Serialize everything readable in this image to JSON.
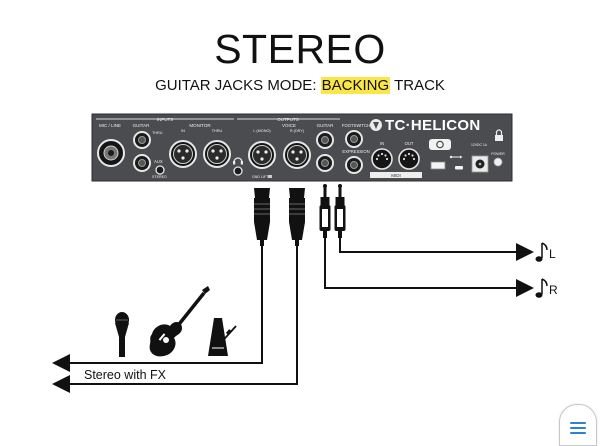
{
  "title": "STEREO",
  "subtitle": {
    "prefix": "GUITAR JACKS MODE: ",
    "highlight": "BACKING",
    "suffix": " TRACK"
  },
  "device": {
    "brand": "TC·HELICON",
    "sections": {
      "inputs": "INPUTS",
      "outputs": "OUTPUTS",
      "voice": "VOICE"
    },
    "labels": {
      "mic_line": "MIC / LINE",
      "guitar_in": "GUITAR",
      "thru": "THRU",
      "aux": "AUX",
      "stereo": "STEREO",
      "monitor": "MONITOR",
      "monitor_in": "IN",
      "monitor_thru": "THRU",
      "l_mono": "L (MONO)",
      "r_dry": "R (DRY)",
      "gnd_lift": "GND LIFT",
      "guitar_out": "GUITAR",
      "footswitch": "FOOTSWITCH",
      "expression": "EXPRESSION",
      "midi_in": "IN",
      "midi_out": "OUT",
      "midi": "MIDI",
      "power_spec": "12VDC 1A",
      "power": "POWER"
    }
  },
  "outputs": {
    "left": "L",
    "right": "R",
    "fx_label": "Stereo with FX"
  },
  "icons": [
    "microphone-icon",
    "guitar-icon",
    "metronome-icon",
    "music-note-icon",
    "usb-icon",
    "headphones-icon",
    "lock-icon",
    "menu-icon"
  ],
  "colors": {
    "panel": "#4a4c4f",
    "highlight": "#fbe64a",
    "line": "#111111",
    "accent": "#2f7fd6"
  }
}
